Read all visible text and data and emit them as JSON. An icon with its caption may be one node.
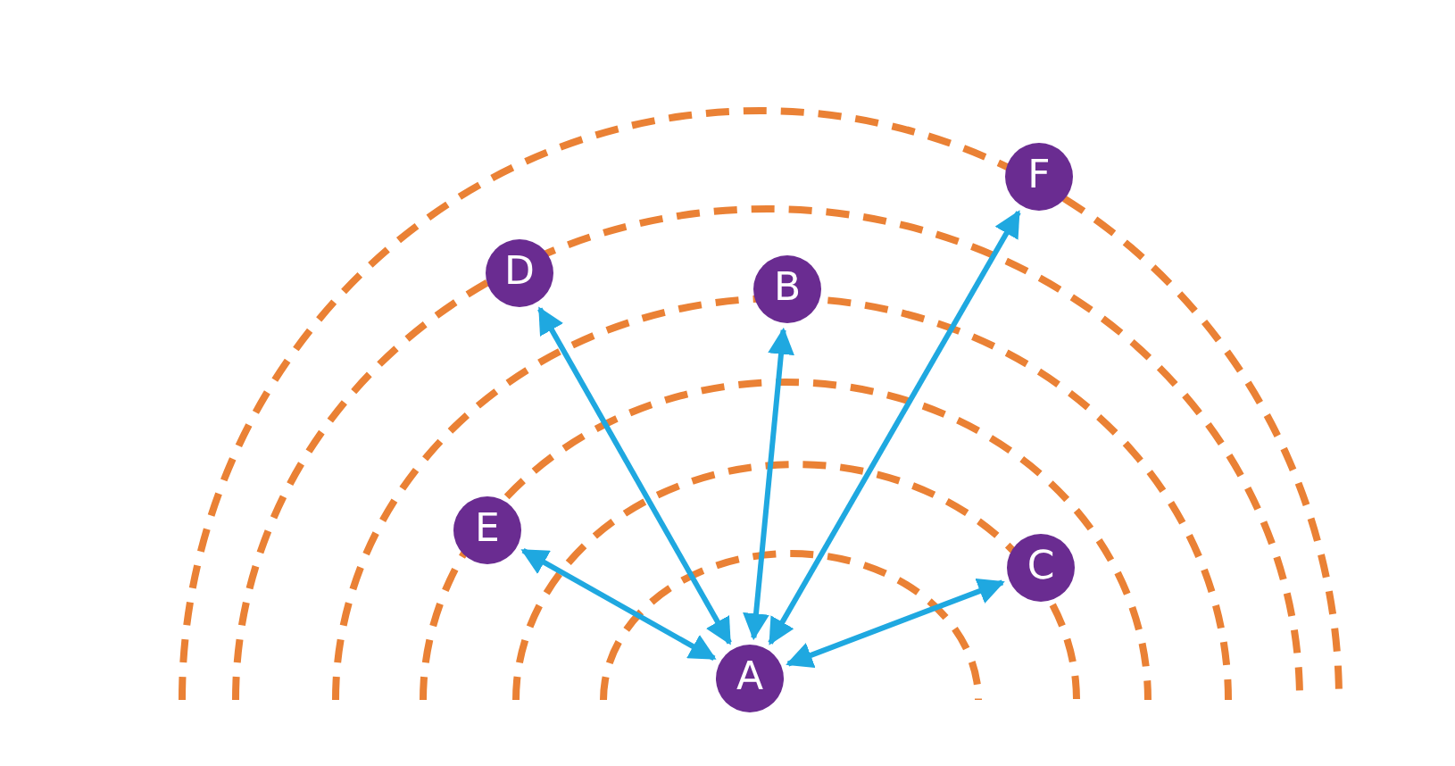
{
  "diagram": {
    "nodes": [
      {
        "text": [
          "F"
        ]
      },
      {
        "text": [
          "D"
        ]
      },
      {
        "text": [
          "B"
        ]
      },
      {
        "text": [
          "E"
        ]
      },
      {
        "text": [
          "C"
        ]
      },
      {
        "text": [
          "A"
        ]
      }
    ],
    "edges": [
      {
        "from": 5,
        "to": 1,
        "arrow": "both"
      },
      {
        "from": 5,
        "to": 2,
        "arrow": "both"
      },
      {
        "from": 5,
        "to": 0,
        "arrow": "both"
      },
      {
        "from": 5,
        "to": 3,
        "arrow": "both"
      },
      {
        "from": 5,
        "to": 4,
        "arrow": "both"
      }
    ]
  }
}
